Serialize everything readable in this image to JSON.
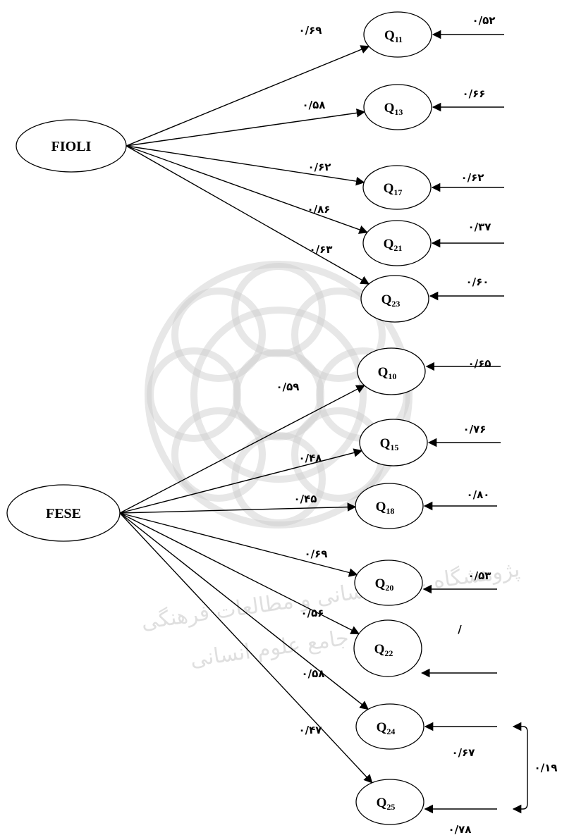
{
  "latents": [
    {
      "id": "fioli",
      "label": "FIOLI"
    },
    {
      "id": "fese",
      "label": "FESE"
    }
  ],
  "observed": [
    {
      "id": "q11",
      "base": "Q",
      "sub": "11"
    },
    {
      "id": "q13",
      "base": "Q",
      "sub": "13"
    },
    {
      "id": "q17",
      "base": "Q",
      "sub": "17"
    },
    {
      "id": "q21",
      "base": "Q",
      "sub": "21"
    },
    {
      "id": "q23",
      "base": "Q",
      "sub": "23"
    },
    {
      "id": "q10",
      "base": "Q",
      "sub": "10"
    },
    {
      "id": "q15",
      "base": "Q",
      "sub": "15"
    },
    {
      "id": "q18",
      "base": "Q",
      "sub": "18"
    },
    {
      "id": "q20",
      "base": "Q",
      "sub": "20"
    },
    {
      "id": "q22",
      "base": "Q",
      "sub": "22"
    },
    {
      "id": "q24",
      "base": "Q",
      "sub": "24"
    },
    {
      "id": "q25",
      "base": "Q",
      "sub": "25"
    }
  ],
  "loadings": [
    {
      "from": "fioli",
      "to": "q11",
      "value": "۰/۶۹"
    },
    {
      "from": "fioli",
      "to": "q13",
      "value": "۰/۵۸"
    },
    {
      "from": "fioli",
      "to": "q17",
      "value": "۰/۶۲"
    },
    {
      "from": "fioli",
      "to": "q21",
      "value": "۰/۸۶"
    },
    {
      "from": "fioli",
      "to": "q23",
      "value": "۰/۶۳"
    },
    {
      "from": "fese",
      "to": "q10",
      "value": "۰/۵۹"
    },
    {
      "from": "fese",
      "to": "q15",
      "value": "۰/۴۸"
    },
    {
      "from": "fese",
      "to": "q18",
      "value": "۰/۴۵"
    },
    {
      "from": "fese",
      "to": "q20",
      "value": "۰/۶۹"
    },
    {
      "from": "fese",
      "to": "q22",
      "value": "۰/۵۶"
    },
    {
      "from": "fese",
      "to": "q24",
      "value": "۰/۵۸"
    },
    {
      "from": "fese",
      "to": "q25",
      "value": "۰/۴۷"
    }
  ],
  "errors": [
    {
      "to": "q11",
      "value": "۰/۵۲"
    },
    {
      "to": "q13",
      "value": "۰/۶۶"
    },
    {
      "to": "q17",
      "value": "۰/۶۲"
    },
    {
      "to": "q21",
      "value": "۰/۳۷"
    },
    {
      "to": "q23",
      "value": "۰/۶۰"
    },
    {
      "to": "q10",
      "value": "۰/۶۵"
    },
    {
      "to": "q15",
      "value": "۰/۷۶"
    },
    {
      "to": "q18",
      "value": "۰/۸۰"
    },
    {
      "to": "q20",
      "value": "۰/۵۳"
    },
    {
      "to": "q22",
      "value": "/"
    },
    {
      "to": "q24",
      "value": "۰/۶۷"
    },
    {
      "to": "q25",
      "value": "۰/۷۸"
    }
  ],
  "covariances": [
    {
      "between": [
        "q24",
        "q25"
      ],
      "value": "۰/۱۹"
    }
  ],
  "watermark": {
    "line1": "پژوهشگاه علوم انسانی و مطالعات فرهنگی",
    "line2": "پرتال جامع علوم انسانی"
  }
}
